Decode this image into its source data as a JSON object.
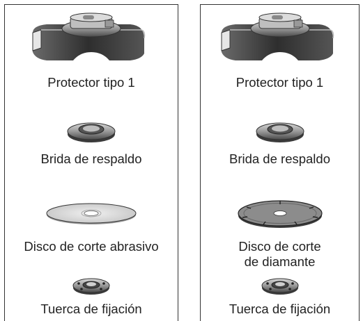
{
  "panels": [
    {
      "labels": {
        "guard": "Protector tipo 1",
        "flange": "Brida de respaldo",
        "disc": "Disco de corte abrasivo",
        "nut": "Tuerca de fijación"
      }
    },
    {
      "labels": {
        "guard": "Protector tipo 1",
        "flange": "Brida de respaldo",
        "disc_line1": "Disco de corte",
        "disc_line2": "de diamante",
        "nut": "Tuerca de fijación"
      }
    }
  ]
}
